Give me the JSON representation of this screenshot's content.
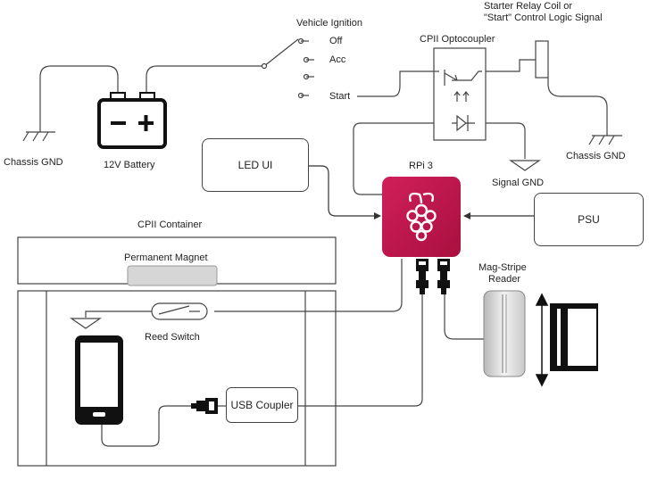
{
  "labels": {
    "vehicle_ignition": "Vehicle Ignition",
    "ign_off": "Off",
    "ign_acc": "Acc",
    "ign_start": "Start",
    "starter_relay_line1": "Starter Relay Coil or",
    "starter_relay_line2": "\"Start\" Control Logic Signal",
    "cpii_optocoupler": "CPII Optocoupler",
    "chassis_gnd_left": "Chassis GND",
    "battery": "12V Battery",
    "chassis_gnd_right": "Chassis GND",
    "led_ui": "LED UI",
    "rpi": "RPi 3",
    "signal_gnd": "Signal GND",
    "psu": "PSU",
    "cpii_container": "CPII Container",
    "permanent_magnet": "Permanent Magnet",
    "reed_switch": "Reed Switch",
    "mag_stripe_line1": "Mag-Stripe",
    "mag_stripe_line2": "Reader",
    "usb_coupler": "USB Coupler"
  },
  "colors": {
    "rpi_red": "#c5174f",
    "line": "#444444"
  },
  "icons": [
    "battery-icon",
    "ground-icon",
    "raspberry-pi-logo",
    "usb-plug-icon",
    "smartphone-icon",
    "magnetic-card-icon",
    "optocoupler-symbol",
    "switch-icon"
  ]
}
